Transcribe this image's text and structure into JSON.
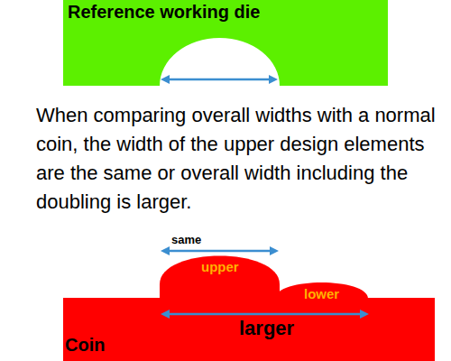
{
  "diagram": {
    "nodes": [
      {
        "text": [
          "Reference working die"
        ]
      },
      {
        "text": [
          "Coin"
        ]
      },
      {
        "text": [
          "upper"
        ],
        "in": 1
      },
      {
        "text": [
          "lower"
        ],
        "in": 1
      }
    ],
    "labels": [
      "When comparing overall widths with a normal coin, the width of the upper design elements are the same or overall width including the doubling is larger.",
      "same",
      "larger"
    ]
  }
}
